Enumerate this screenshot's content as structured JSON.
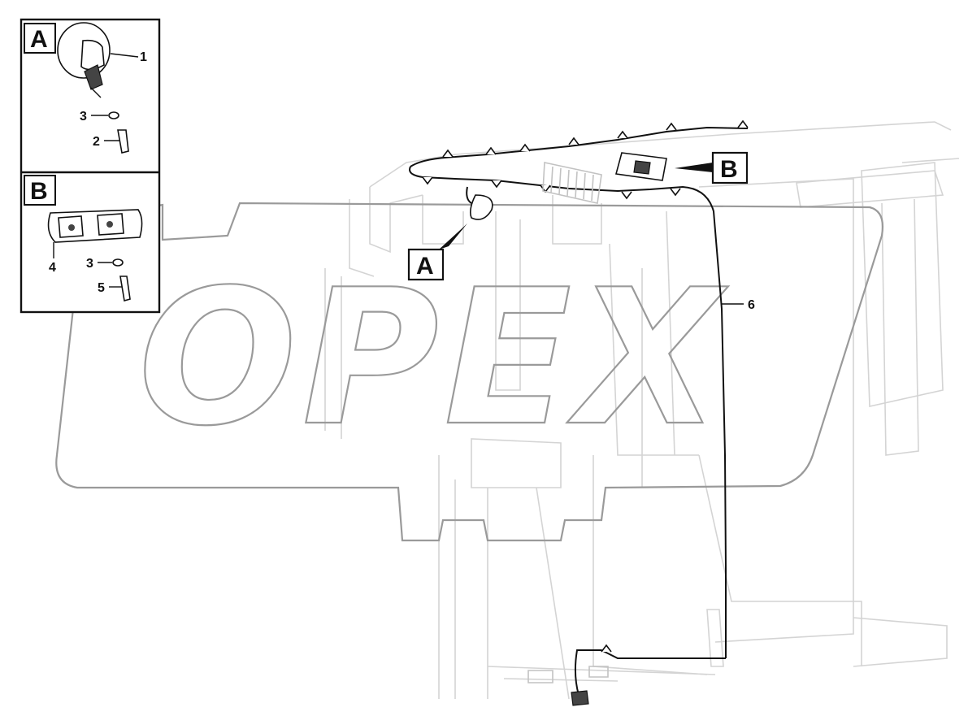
{
  "detail_views": [
    {
      "id": "A",
      "label": "A",
      "callouts": [
        {
          "label": "1"
        },
        {
          "label": "3"
        },
        {
          "label": "2"
        }
      ]
    },
    {
      "id": "B",
      "label": "B",
      "callouts": [
        {
          "label": "4"
        },
        {
          "label": "3"
        },
        {
          "label": "5"
        }
      ]
    }
  ],
  "main_view": {
    "callout_A": "A",
    "callout_B": "B",
    "harness_label": "6"
  },
  "watermark": {
    "text": "OPEX"
  },
  "colors": {
    "ink": "#111111",
    "ghost_line": "#d4d4d4",
    "watermark_stroke": "#9a9a9a",
    "background": "#ffffff"
  }
}
